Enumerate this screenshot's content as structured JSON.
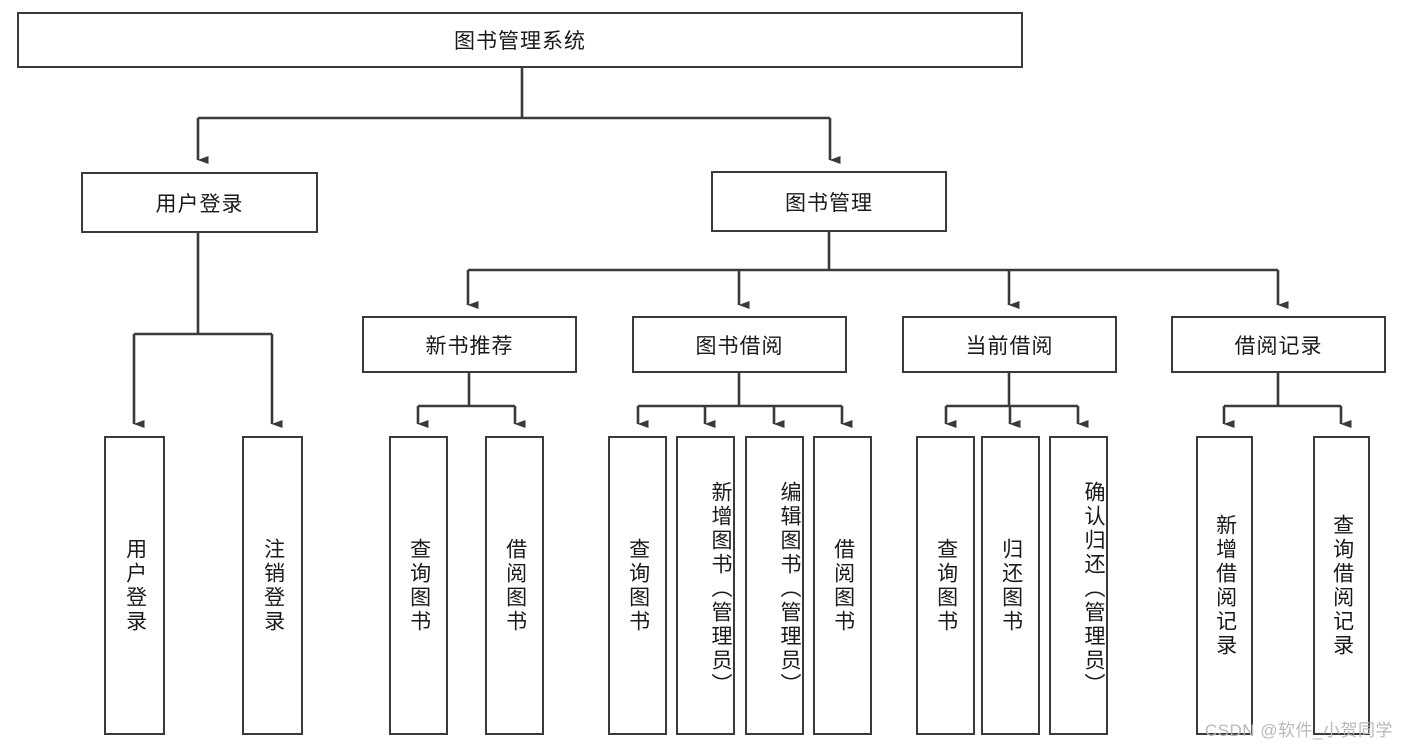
{
  "diagram": {
    "type": "tree-hierarchy",
    "title": "图书管理系统",
    "watermark": "CSDN @软件_小贺同学",
    "colors": {
      "box_border": "#3a3a3a",
      "box_fill": "#ffffff",
      "connector": "#3a3a3a",
      "text": "#1a1a1a",
      "watermark": "#b8b8b8",
      "background": "#ffffff"
    },
    "root": {
      "label": "图书管理系统"
    },
    "level2": [
      {
        "label": "用户登录"
      },
      {
        "label": "图书管理"
      }
    ],
    "level3": [
      {
        "label": "新书推荐"
      },
      {
        "label": "图书借阅"
      },
      {
        "label": "当前借阅"
      },
      {
        "label": "借阅记录"
      }
    ],
    "leaves_user_login": [
      {
        "label": "用户登录"
      },
      {
        "label": "注销登录"
      }
    ],
    "leaves_new_book": [
      {
        "label": "查询图书"
      },
      {
        "label": "借阅图书"
      }
    ],
    "leaves_borrow": [
      {
        "label": "查询图书"
      },
      {
        "label": "新增图书（管理员）"
      },
      {
        "label": "编辑图书（管理员）"
      },
      {
        "label": "借阅图书"
      }
    ],
    "leaves_current": [
      {
        "label": "查询图书"
      },
      {
        "label": "归还图书"
      },
      {
        "label": "确认归还（管理员）"
      }
    ],
    "leaves_record": [
      {
        "label": "新增借阅记录"
      },
      {
        "label": "查询借阅记录"
      }
    ]
  }
}
